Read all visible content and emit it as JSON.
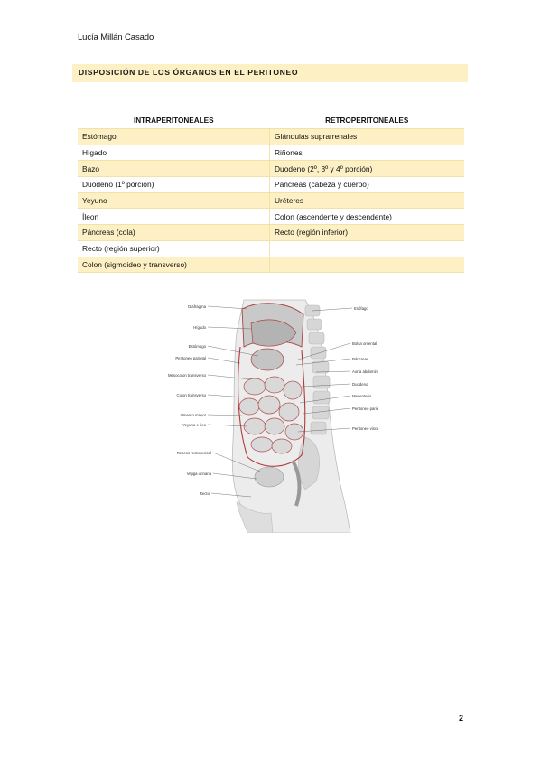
{
  "header": {
    "author": "Lucía Millán Casado"
  },
  "section": {
    "title": "DISPOSICIÓN DE LOS ÓRGANOS EN EL PERITONEO"
  },
  "table": {
    "headers": [
      "INTRAPERITONEALES",
      "RETROPERITONEALES"
    ],
    "rows": [
      [
        "Estómago",
        "Glándulas suprarrenales"
      ],
      [
        "Hígado",
        "Riñones"
      ],
      [
        "Bazo",
        "Duodeno (2º, 3º y 4º porción)"
      ],
      [
        "Duodeno (1º porción)",
        "Páncreas (cabeza y cuerpo)"
      ],
      [
        "Yeyuno",
        "Uréteres"
      ],
      [
        "Íleon",
        "Colon (ascendente y descendente)"
      ],
      [
        "Páncreas (cola)",
        "Recto (región inferior)"
      ],
      [
        "Recto (región superior)",
        ""
      ],
      [
        "Colon (sigmoideo y transverso)",
        ""
      ]
    ]
  },
  "figure": {
    "labels_left": [
      "Diafragma",
      "Hígado",
      "Estómago",
      "Peritoneo parietal",
      "Mesocolon transverso",
      "Colon transverso",
      "Omento mayor",
      "Yeyuno e íleo",
      "Recess rectovesical",
      "Vejiga urinaria",
      "Recto"
    ],
    "labels_right": [
      "Esófago",
      "Bolsa omental",
      "Páncreas",
      "Aorta abdomin",
      "Duodeno",
      "Mesenterio",
      "Peritoneo parie",
      "Peritoneo visce"
    ]
  },
  "footer": {
    "page_number": "2"
  }
}
